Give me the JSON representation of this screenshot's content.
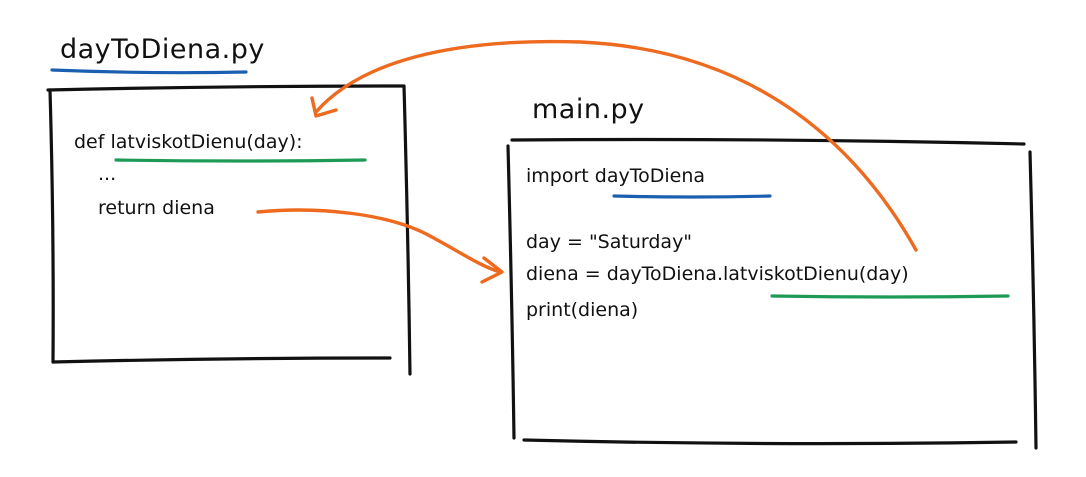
{
  "module_file": {
    "title": "dayToDiena.py",
    "lines": [
      "def latviskotDienu(day):",
      "...",
      "return diena"
    ]
  },
  "main_file": {
    "title": "main.py",
    "lines": [
      "import dayToDiena",
      "day = \"Saturday\"",
      "diena = dayToDiena.latviskotDienu(day)",
      "print(diena)"
    ]
  },
  "colors": {
    "module_underline": "#1b5fb0",
    "function_underline": "#1d9a56",
    "arrow": "#ee6a1e",
    "ink": "#111111"
  }
}
